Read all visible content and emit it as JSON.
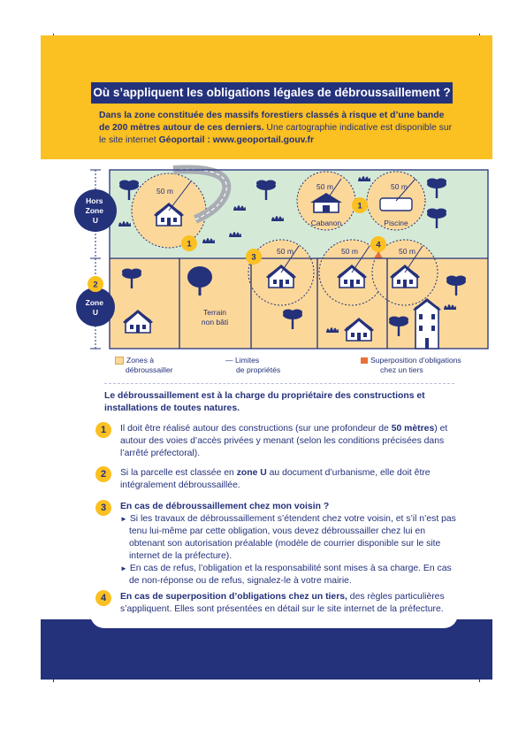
{
  "header": {
    "title": "Où s’appliquent les obligations légales de débroussaillement ?",
    "intro_bold": "Dans la zone constituée des massifs forestiers classés à risque et d’une bande de 200 mètres autour de ces derniers.",
    "intro_regular": " Une cartographie indicative est disponible sur le site internet ",
    "intro_link": "Géoportail : www.geoportail.gouv.fr"
  },
  "diagram": {
    "zone_hors_label": [
      "Hors",
      "Zone",
      "U"
    ],
    "zone_u_label": [
      "Zone",
      "U"
    ],
    "distance_label": "50 m",
    "cabanon_label": "Cabanon",
    "piscine_label": "Piscine",
    "terrain_label": [
      "Terrain",
      "non bâti"
    ],
    "markers": [
      "1",
      "2",
      "3",
      "4"
    ]
  },
  "legend": {
    "zones": [
      "Zones à",
      "débroussailler"
    ],
    "limits": [
      "— Limites",
      "de propriétés"
    ],
    "overlap": [
      "Superposition d’obligations",
      "chez un tiers"
    ]
  },
  "content": {
    "lead": "Le débroussaillement est à la charge du propriétaire des constructions et installations de toutes natures.",
    "item1": {
      "num": "1",
      "t1": "Il doit être réalisé autour des constructions (sur une profondeur de ",
      "b1": "50 mètres",
      "t2": ") et autour des voies d’accès privées y menant (selon les conditions précisées dans l’arrêté préfectoral)."
    },
    "item2": {
      "num": "2",
      "t1": "Si la parcelle est classée en ",
      "b1": "zone U",
      "t2": " au document d’urbanisme, elle doit être intégralement débroussaillée."
    },
    "item3": {
      "num": "3",
      "title": "En cas de débroussaillement chez mon voisin ?",
      "bullet_marker": "►",
      "b1": "Si les travaux de débroussaillement s’étendent chez votre voisin, et s’il n’est pas tenu lui-même par cette obligation, vous devez débroussailler chez lui en obtenant son autorisation préalable (modèle de courrier disponible sur le site internet de la préfecture).",
      "b2": "En cas de refus, l’obligation et la responsabilité sont mises à sa charge. En cas de non-réponse ou de refus, signalez-le à votre mairie."
    },
    "item4": {
      "num": "4",
      "b1": "En cas de superposition d’obligations chez un tiers,",
      "t1": " des règles particulières s’appliquent. Elles sont présentées en détail sur le site internet de la préfecture."
    }
  },
  "colors": {
    "navy": "#24317b",
    "yellow": "#fbc021",
    "green_zone": "#d4ead7",
    "orange_zone": "#fbd89a",
    "overlap": "#e8703a"
  }
}
